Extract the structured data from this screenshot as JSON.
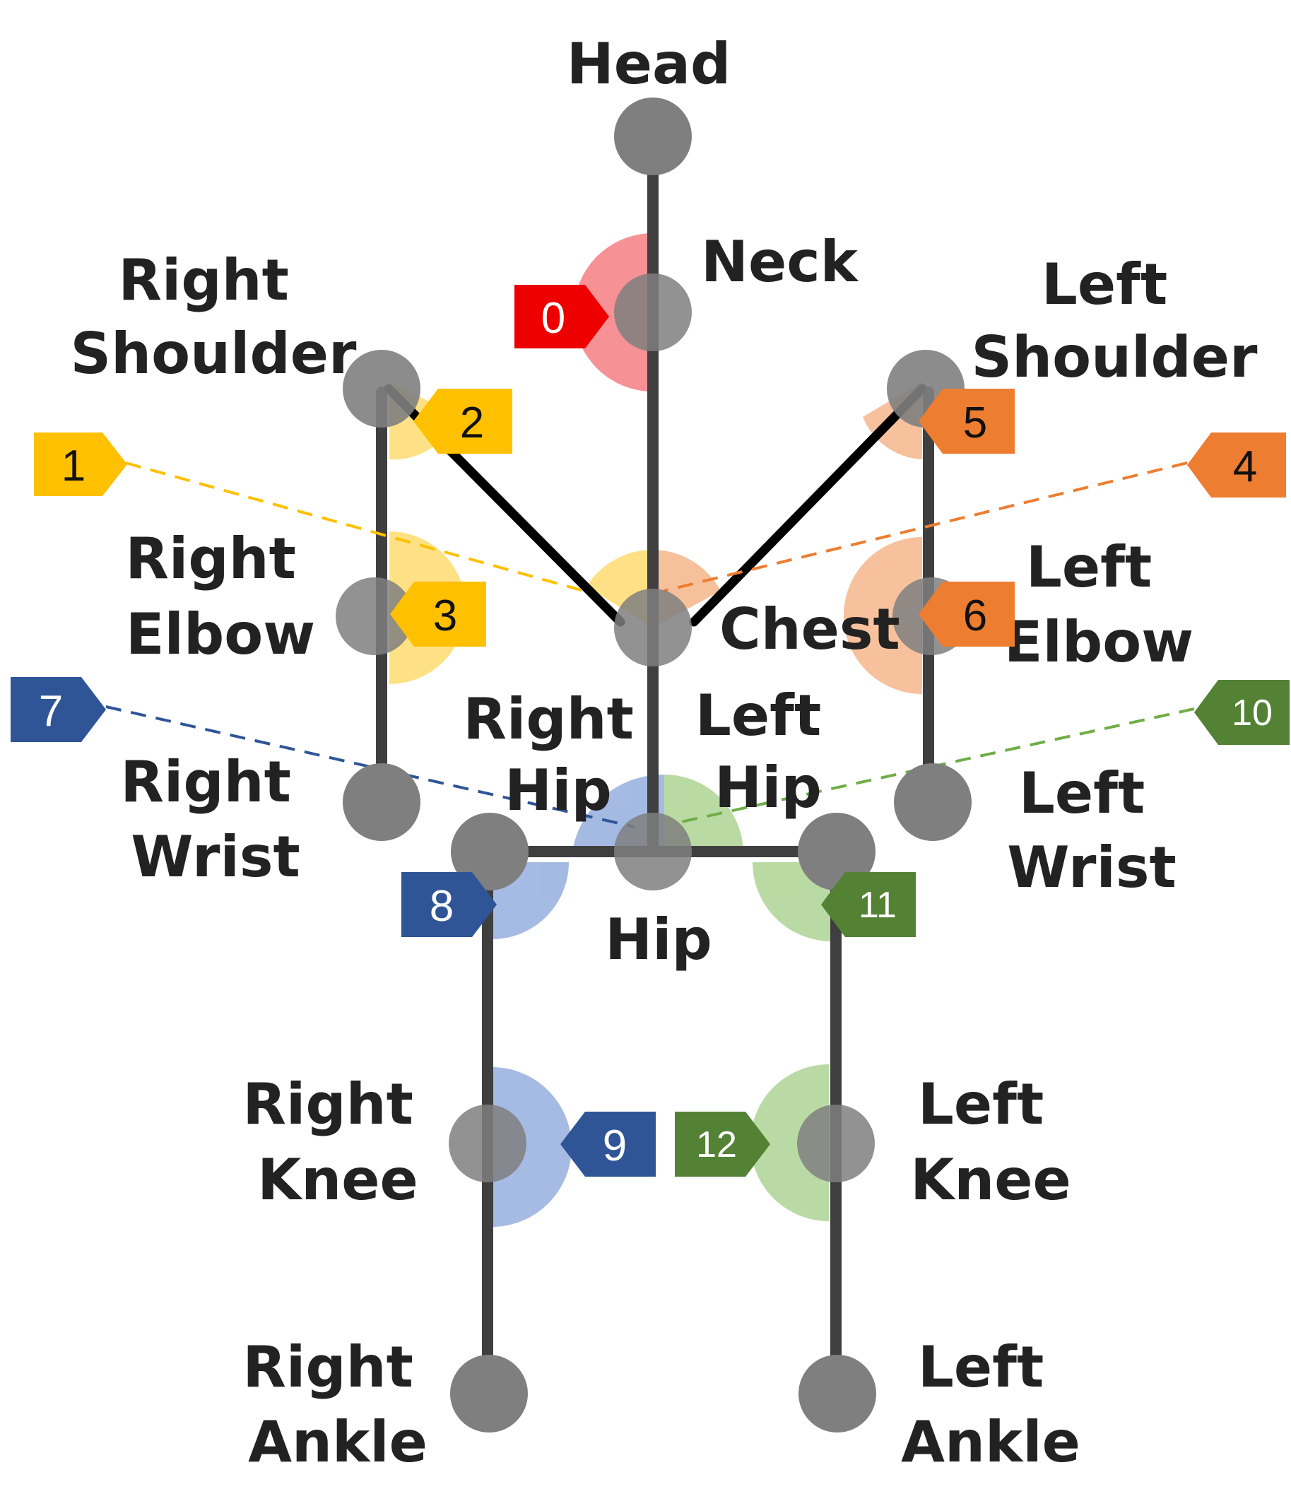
{
  "colors": {
    "bone": "#3f3f3f",
    "joint": "#7f7f7f",
    "torso_link": "#000000",
    "red": "#ee0000",
    "red_light": "#f4757a",
    "yellow": "#ffc000",
    "yellow_light": "#ffd966",
    "orange": "#ed7d31",
    "orange_light": "#f4b183",
    "blue": "#2f5597",
    "blue_light": "#8faadc",
    "green": "#548235",
    "green_light": "#a9d18e"
  },
  "joints": {
    "head": {
      "label_lines": [
        "Head"
      ]
    },
    "neck": {
      "label_lines": [
        "Neck"
      ]
    },
    "chest": {
      "label_lines": [
        "Chest"
      ]
    },
    "hip": {
      "label_lines": [
        "Hip"
      ]
    },
    "right_shoulder": {
      "label_lines": [
        "Right",
        "Shoulder"
      ]
    },
    "left_shoulder": {
      "label_lines": [
        "Left",
        "Shoulder"
      ]
    },
    "right_elbow": {
      "label_lines": [
        "Right",
        "Elbow"
      ]
    },
    "left_elbow": {
      "label_lines": [
        "Left",
        "Elbow"
      ]
    },
    "right_wrist": {
      "label_lines": [
        "Right",
        "Wrist"
      ]
    },
    "left_wrist": {
      "label_lines": [
        "Left",
        "Wrist"
      ]
    },
    "right_hip": {
      "label_lines": [
        "Right",
        "Hip"
      ]
    },
    "left_hip": {
      "label_lines": [
        "Left",
        "Hip"
      ]
    },
    "right_knee": {
      "label_lines": [
        "Right",
        "Knee"
      ]
    },
    "left_knee": {
      "label_lines": [
        "Left",
        "Knee"
      ]
    },
    "right_ankle": {
      "label_lines": [
        "Right",
        "Ankle"
      ]
    },
    "left_ankle": {
      "label_lines": [
        "Left",
        "Ankle"
      ]
    }
  },
  "angle_tags": [
    {
      "id": "0",
      "label": "0",
      "color": "red"
    },
    {
      "id": "1",
      "label": "1",
      "color": "yellow"
    },
    {
      "id": "2",
      "label": "2",
      "color": "yellow"
    },
    {
      "id": "3",
      "label": "3",
      "color": "yellow"
    },
    {
      "id": "4",
      "label": "4",
      "color": "orange"
    },
    {
      "id": "5",
      "label": "5",
      "color": "orange"
    },
    {
      "id": "6",
      "label": "6",
      "color": "orange"
    },
    {
      "id": "7",
      "label": "7",
      "color": "blue"
    },
    {
      "id": "8",
      "label": "8",
      "color": "blue"
    },
    {
      "id": "9",
      "label": "9",
      "color": "blue"
    },
    {
      "id": "10",
      "label": "10",
      "color": "green"
    },
    {
      "id": "11",
      "label": "11",
      "color": "green"
    },
    {
      "id": "12",
      "label": "12",
      "color": "green"
    }
  ]
}
